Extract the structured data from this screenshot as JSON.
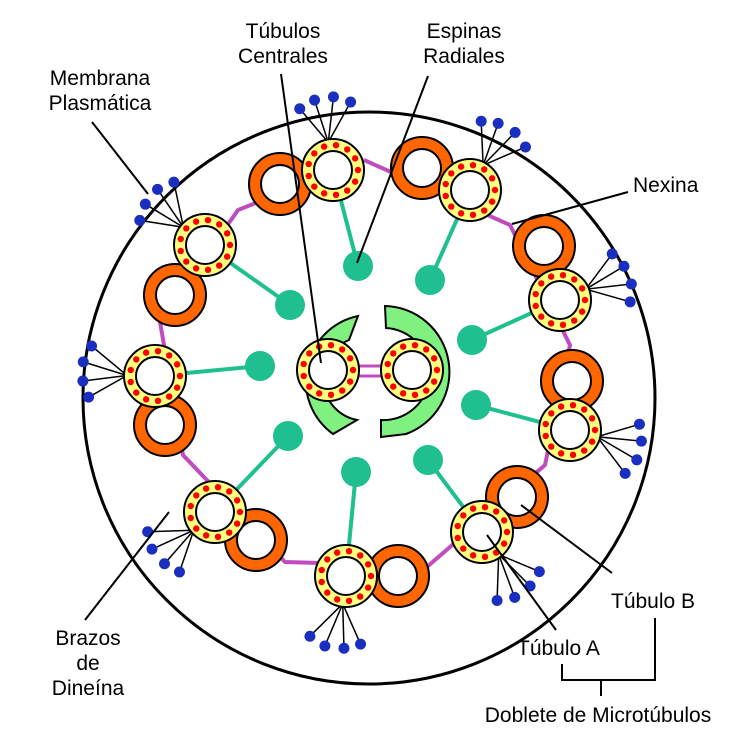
{
  "labels": {
    "central_tubules": [
      "Túbulos",
      "Centrales"
    ],
    "radial_spokes": [
      "Espinas",
      "Radiales"
    ],
    "plasma_membrane": [
      "Membrana",
      "Plasmática"
    ],
    "nexin": "Nexina",
    "dynein_arms": [
      "Brazos",
      "de",
      "Dineína"
    ],
    "tubule_b": "Túbulo B",
    "tubule_a": "Túbulo A",
    "doublet": "Doblete de Microtúbulos"
  },
  "colors": {
    "membrane": "#000000",
    "tubule_a_fill": "#ffff80",
    "tubule_b_fill": "#ff6600",
    "protofilament_dot": "#ff0000",
    "radial_spoke": "#1fbf8f",
    "central_sheath": "#80f080",
    "nexin_link": "#c04cc0",
    "dynein_head": "#1a2fbf"
  },
  "structure": {
    "outer_doublets": 9,
    "central_tubules": 2
  }
}
